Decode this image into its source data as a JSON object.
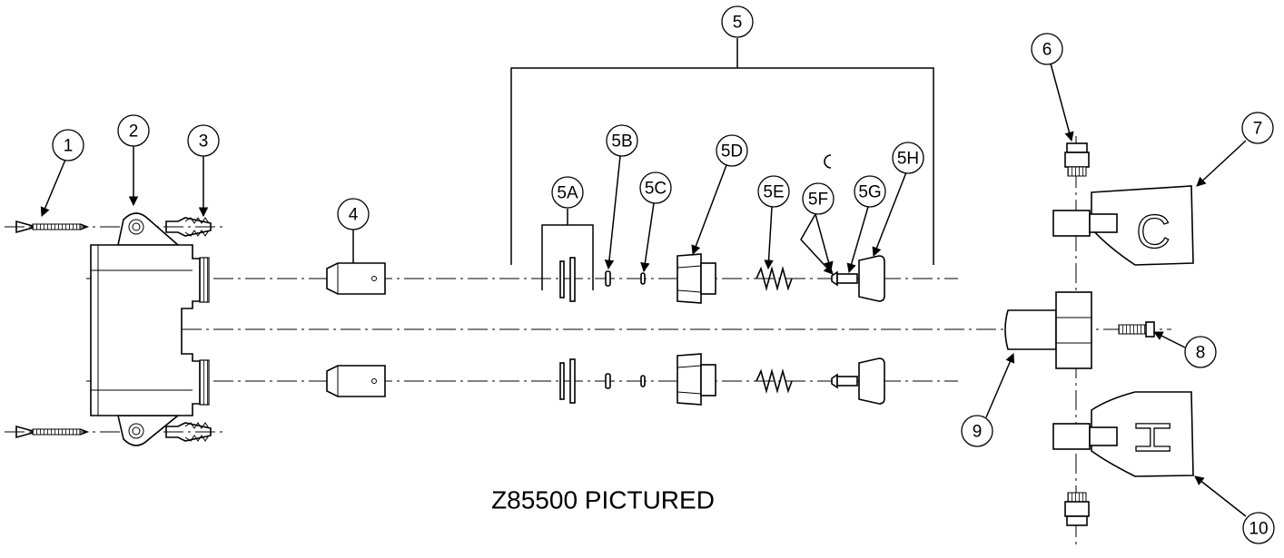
{
  "caption": "Z85500 PICTURED",
  "callouts": [
    {
      "id": "1",
      "label": "1"
    },
    {
      "id": "2",
      "label": "2"
    },
    {
      "id": "3",
      "label": "3"
    },
    {
      "id": "4",
      "label": "4"
    },
    {
      "id": "5",
      "label": "5"
    },
    {
      "id": "5A",
      "label": "5A"
    },
    {
      "id": "5B",
      "label": "5B"
    },
    {
      "id": "5C",
      "label": "5C"
    },
    {
      "id": "5D",
      "label": "5D"
    },
    {
      "id": "5E",
      "label": "5E"
    },
    {
      "id": "5F",
      "label": "5F"
    },
    {
      "id": "5G",
      "label": "5G"
    },
    {
      "id": "5H",
      "label": "5H"
    },
    {
      "id": "6",
      "label": "6"
    },
    {
      "id": "7",
      "label": "7"
    },
    {
      "id": "8",
      "label": "8"
    },
    {
      "id": "9",
      "label": "9"
    },
    {
      "id": "10",
      "label": "10"
    }
  ],
  "handle_marks": {
    "cold": "C",
    "hot": "H"
  }
}
